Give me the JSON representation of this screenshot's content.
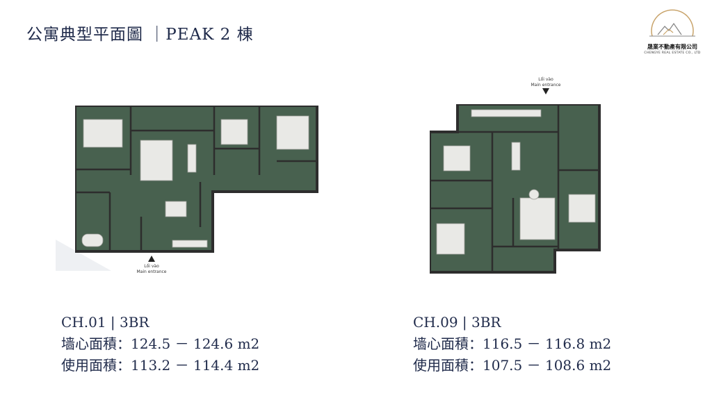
{
  "header": {
    "title": "公寓典型平面圖 ｜PEAK 2 棟"
  },
  "logo": {
    "name_cn": "晟業不動產有限公司",
    "name_en": "CHENGYE REAL ESTATE CO., LTD"
  },
  "left_plan": {
    "entrance_vn": "Lối vào",
    "entrance_en": "Main entrance",
    "unit_code": "CH.01 | 3BR",
    "gross_area": "墙心面積：124.5 － 124.6 m2",
    "net_area": "使用面積：113.2 － 114.4 m2"
  },
  "right_plan": {
    "entrance_vn": "Lối vào",
    "entrance_en": "Main entrance",
    "unit_code": "CH.09 | 3BR",
    "gross_area": "墙心面積：116.5 － 116.8 m2",
    "net_area": "使用面積：107.5 － 108.6 m2"
  },
  "colors": {
    "floor": "#48614f",
    "wall": "#2d2d2d",
    "text": "#1f2a4a",
    "logo_gold": "#c8a36a"
  }
}
